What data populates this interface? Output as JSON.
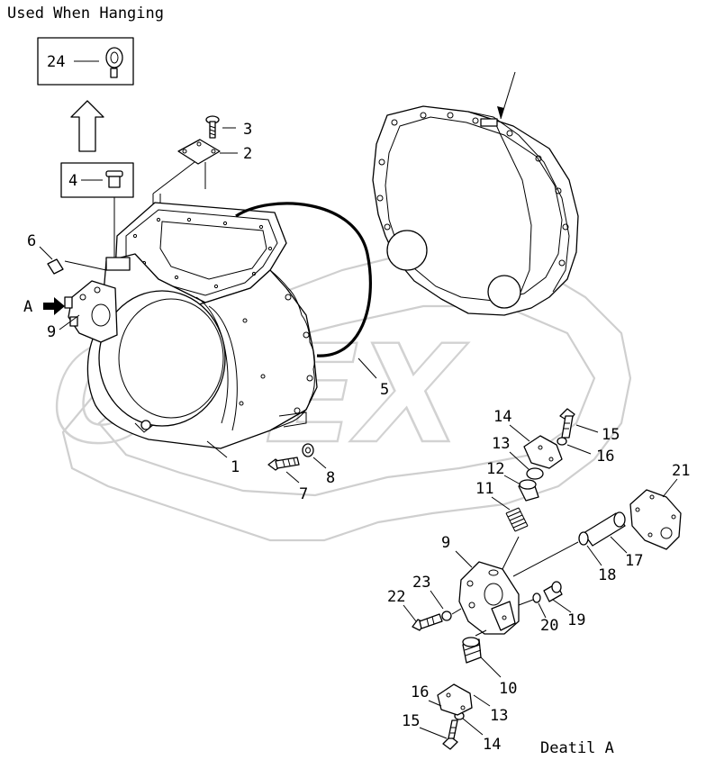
{
  "captions": {
    "used_when_hanging": "Used When Hanging",
    "detail_a": "Deatil A",
    "view_marker": "A"
  },
  "watermark": "OPEX",
  "callouts": {
    "c1": "1",
    "c2": "2",
    "c3": "3",
    "c4": "4",
    "c5": "5",
    "c6": "6",
    "c7": "7",
    "c8": "8",
    "c9_main": "9",
    "c24": "24",
    "c9_detail": "9",
    "c10": "10",
    "c11": "11",
    "c12": "12",
    "c13_upper": "13",
    "c13_lower": "13",
    "c14_upper": "14",
    "c14_lower": "14",
    "c15_upper": "15",
    "c15_lower": "15",
    "c16_upper": "16",
    "c16_lower": "16",
    "c17": "17",
    "c18": "18",
    "c19": "19",
    "c20": "20",
    "c21": "21",
    "c22": "22",
    "c23": "23"
  }
}
